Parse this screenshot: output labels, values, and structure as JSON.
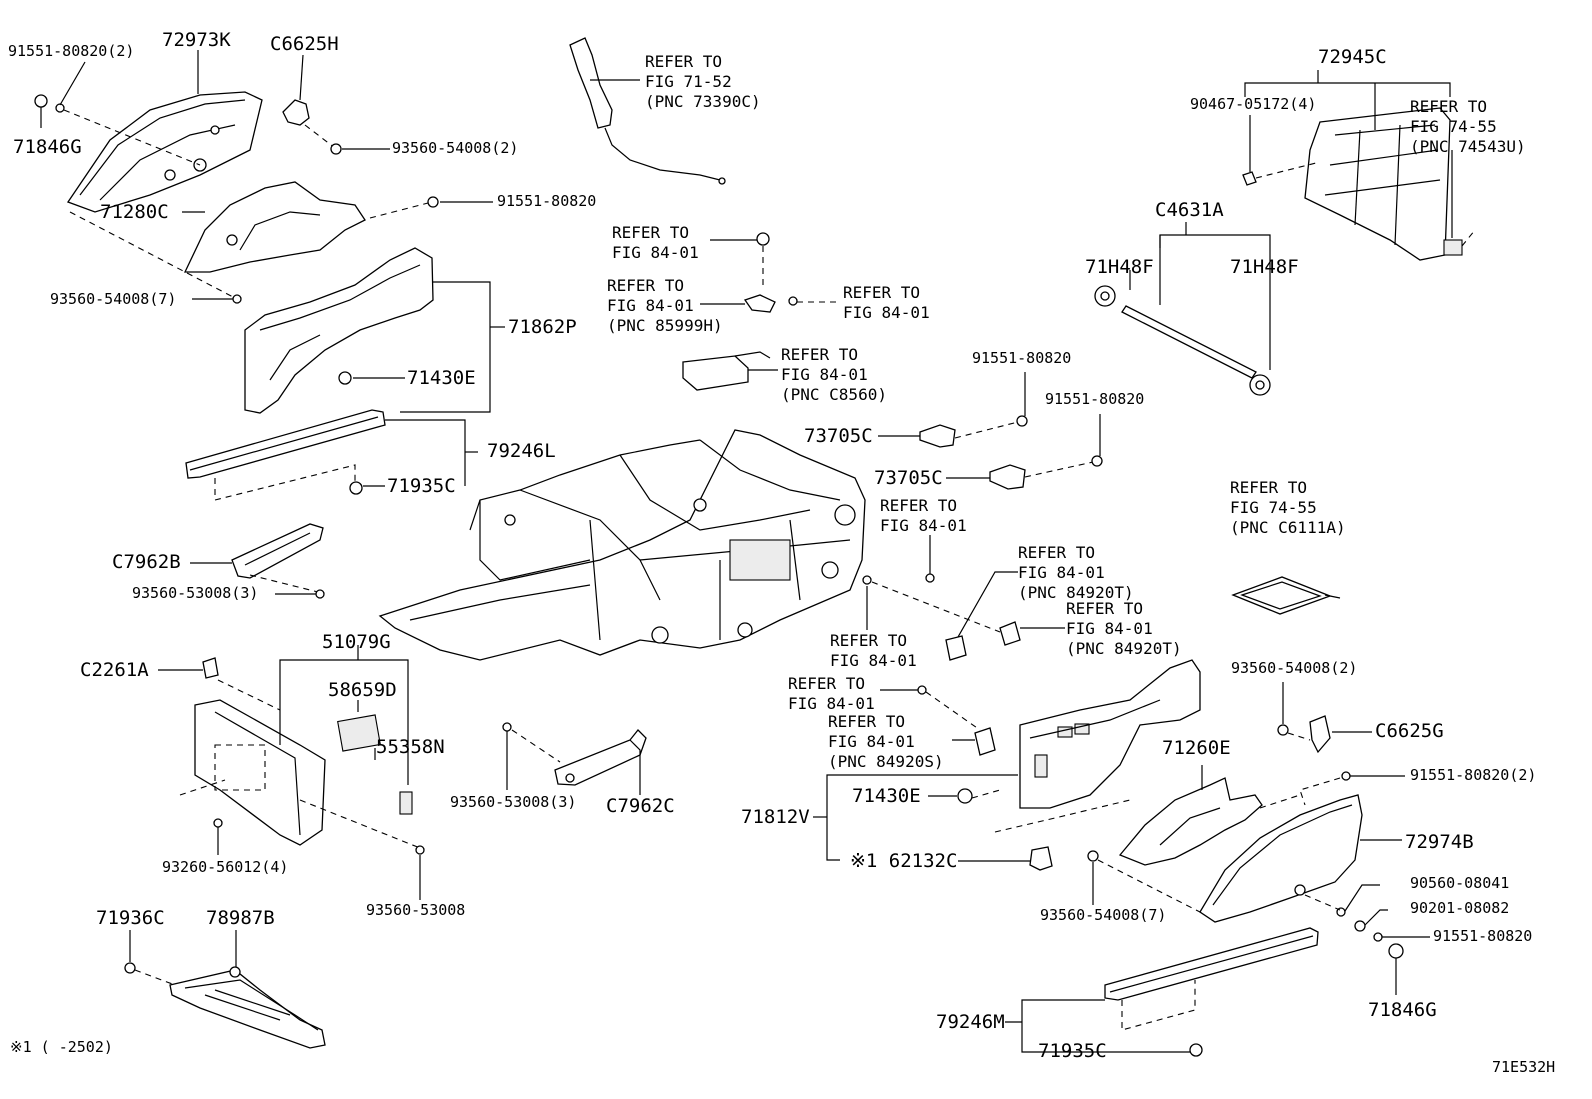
{
  "diagram_id": "71E532H",
  "footnote": "※1 (     -2502)",
  "callouts": {
    "c_91551_80820_2_tl": "91551-80820(2)",
    "c_72973K": "72973K",
    "c_C6625H": "C6625H",
    "c_71846G_tl": "71846G",
    "c_93560_54008_2_top": "93560-54008(2)",
    "c_71280C": "71280C",
    "c_91551_80820_top": "91551-80820",
    "c_93560_54008_7_left": "93560-54008(7)",
    "c_71862P": "71862P",
    "c_71430E_left": "71430E",
    "c_79246L": "79246L",
    "c_71935C_left": "71935C",
    "c_C7962B": "C7962B",
    "c_93560_53008_3_left": "93560-53008(3)",
    "c_51079G": "51079G",
    "c_C2261A": "C2261A",
    "c_58659D": "58659D",
    "c_55358N": "55358N",
    "c_93260_56012_4": "93260-56012(4)",
    "c_93560_53008": "93560-53008",
    "c_71936C": "71936C",
    "c_78987B": "78987B",
    "c_93560_53008_3_mid": "93560-53008(3)",
    "c_C7962C": "C7962C",
    "c_72945C": "72945C",
    "c_90467_05172_4": "90467-05172(4)",
    "c_C4631A": "C4631A",
    "c_71H48F_a": "71H48F",
    "c_71H48F_b": "71H48F",
    "c_91551_80820_mid1": "91551-80820",
    "c_91551_80820_mid2": "91551-80820",
    "c_73705C_a": "73705C",
    "c_73705C_b": "73705C",
    "c_93560_54008_2_right": "93560-54008(2)",
    "c_C6625G": "C6625G",
    "c_71260E": "71260E",
    "c_91551_80820_2_right": "91551-80820(2)",
    "c_72974B": "72974B",
    "c_71812V": "71812V",
    "c_71430E_right": "71430E",
    "c_62132C": "※1 62132C",
    "c_93560_54008_7_right": "93560-54008(7)",
    "c_90560_08041": "90560-08041",
    "c_90201_08082": "90201-08082",
    "c_91551_80820_right": "91551-80820",
    "c_71846G_br": "71846G",
    "c_79246M": "79246M",
    "c_71935C_right": "71935C"
  },
  "refers": {
    "r_7152": "REFER TO\nFIG 71-52\n(PNC 73390C)",
    "r_8401_a": "REFER TO\nFIG 84-01",
    "r_8401_b": "REFER TO\nFIG 84-01\n(PNC 85999H)",
    "r_8401_c": "REFER TO\nFIG 84-01",
    "r_8401_d": "REFER TO\nFIG 84-01\n(PNC C8560)",
    "r_7455_a": "REFER TO\nFIG 74-55\n(PNC 74543U)",
    "r_8401_e": "REFER TO\nFIG 84-01",
    "r_8401_f": "REFER TO\nFIG 84-01\n(PNC 84920T)",
    "r_8401_g": "REFER TO\nFIG 84-01\n(PNC 84920T)",
    "r_7455_b": "REFER TO\nFIG 74-55\n(PNC C6111A)",
    "r_8401_h": "REFER TO\nFIG 84-01",
    "r_8401_i": "REFER TO\nFIG 84-01",
    "r_8401_j": "REFER TO\nFIG 84-01\n(PNC 84920S)"
  }
}
